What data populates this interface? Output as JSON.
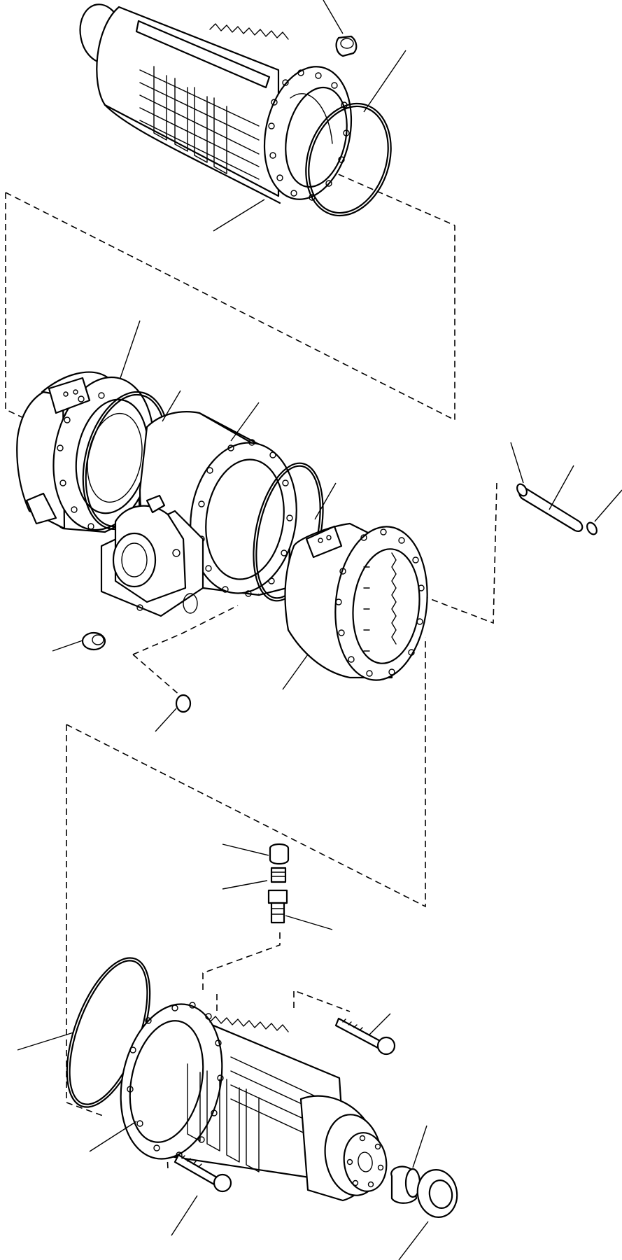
{
  "diagram": {
    "type": "exploded-parts-view",
    "line_color": "#000000",
    "background": "#ffffff",
    "parts": [
      {
        "id": "upper-axle-housing"
      },
      {
        "id": "upper-plug"
      },
      {
        "id": "upper-o-ring"
      },
      {
        "id": "left-carrier-housing"
      },
      {
        "id": "left-o-ring"
      },
      {
        "id": "center-differential-housing"
      },
      {
        "id": "right-o-ring"
      },
      {
        "id": "right-carrier-housing"
      },
      {
        "id": "pin-shaft"
      },
      {
        "id": "lower-plug"
      },
      {
        "id": "small-plug"
      },
      {
        "id": "breather-cap"
      },
      {
        "id": "breather-body"
      },
      {
        "id": "breather-fitting"
      },
      {
        "id": "lower-axle-housing"
      },
      {
        "id": "lower-o-ring"
      },
      {
        "id": "top-bolt"
      },
      {
        "id": "bottom-bolt"
      },
      {
        "id": "bushing"
      },
      {
        "id": "seal-ring"
      }
    ]
  }
}
